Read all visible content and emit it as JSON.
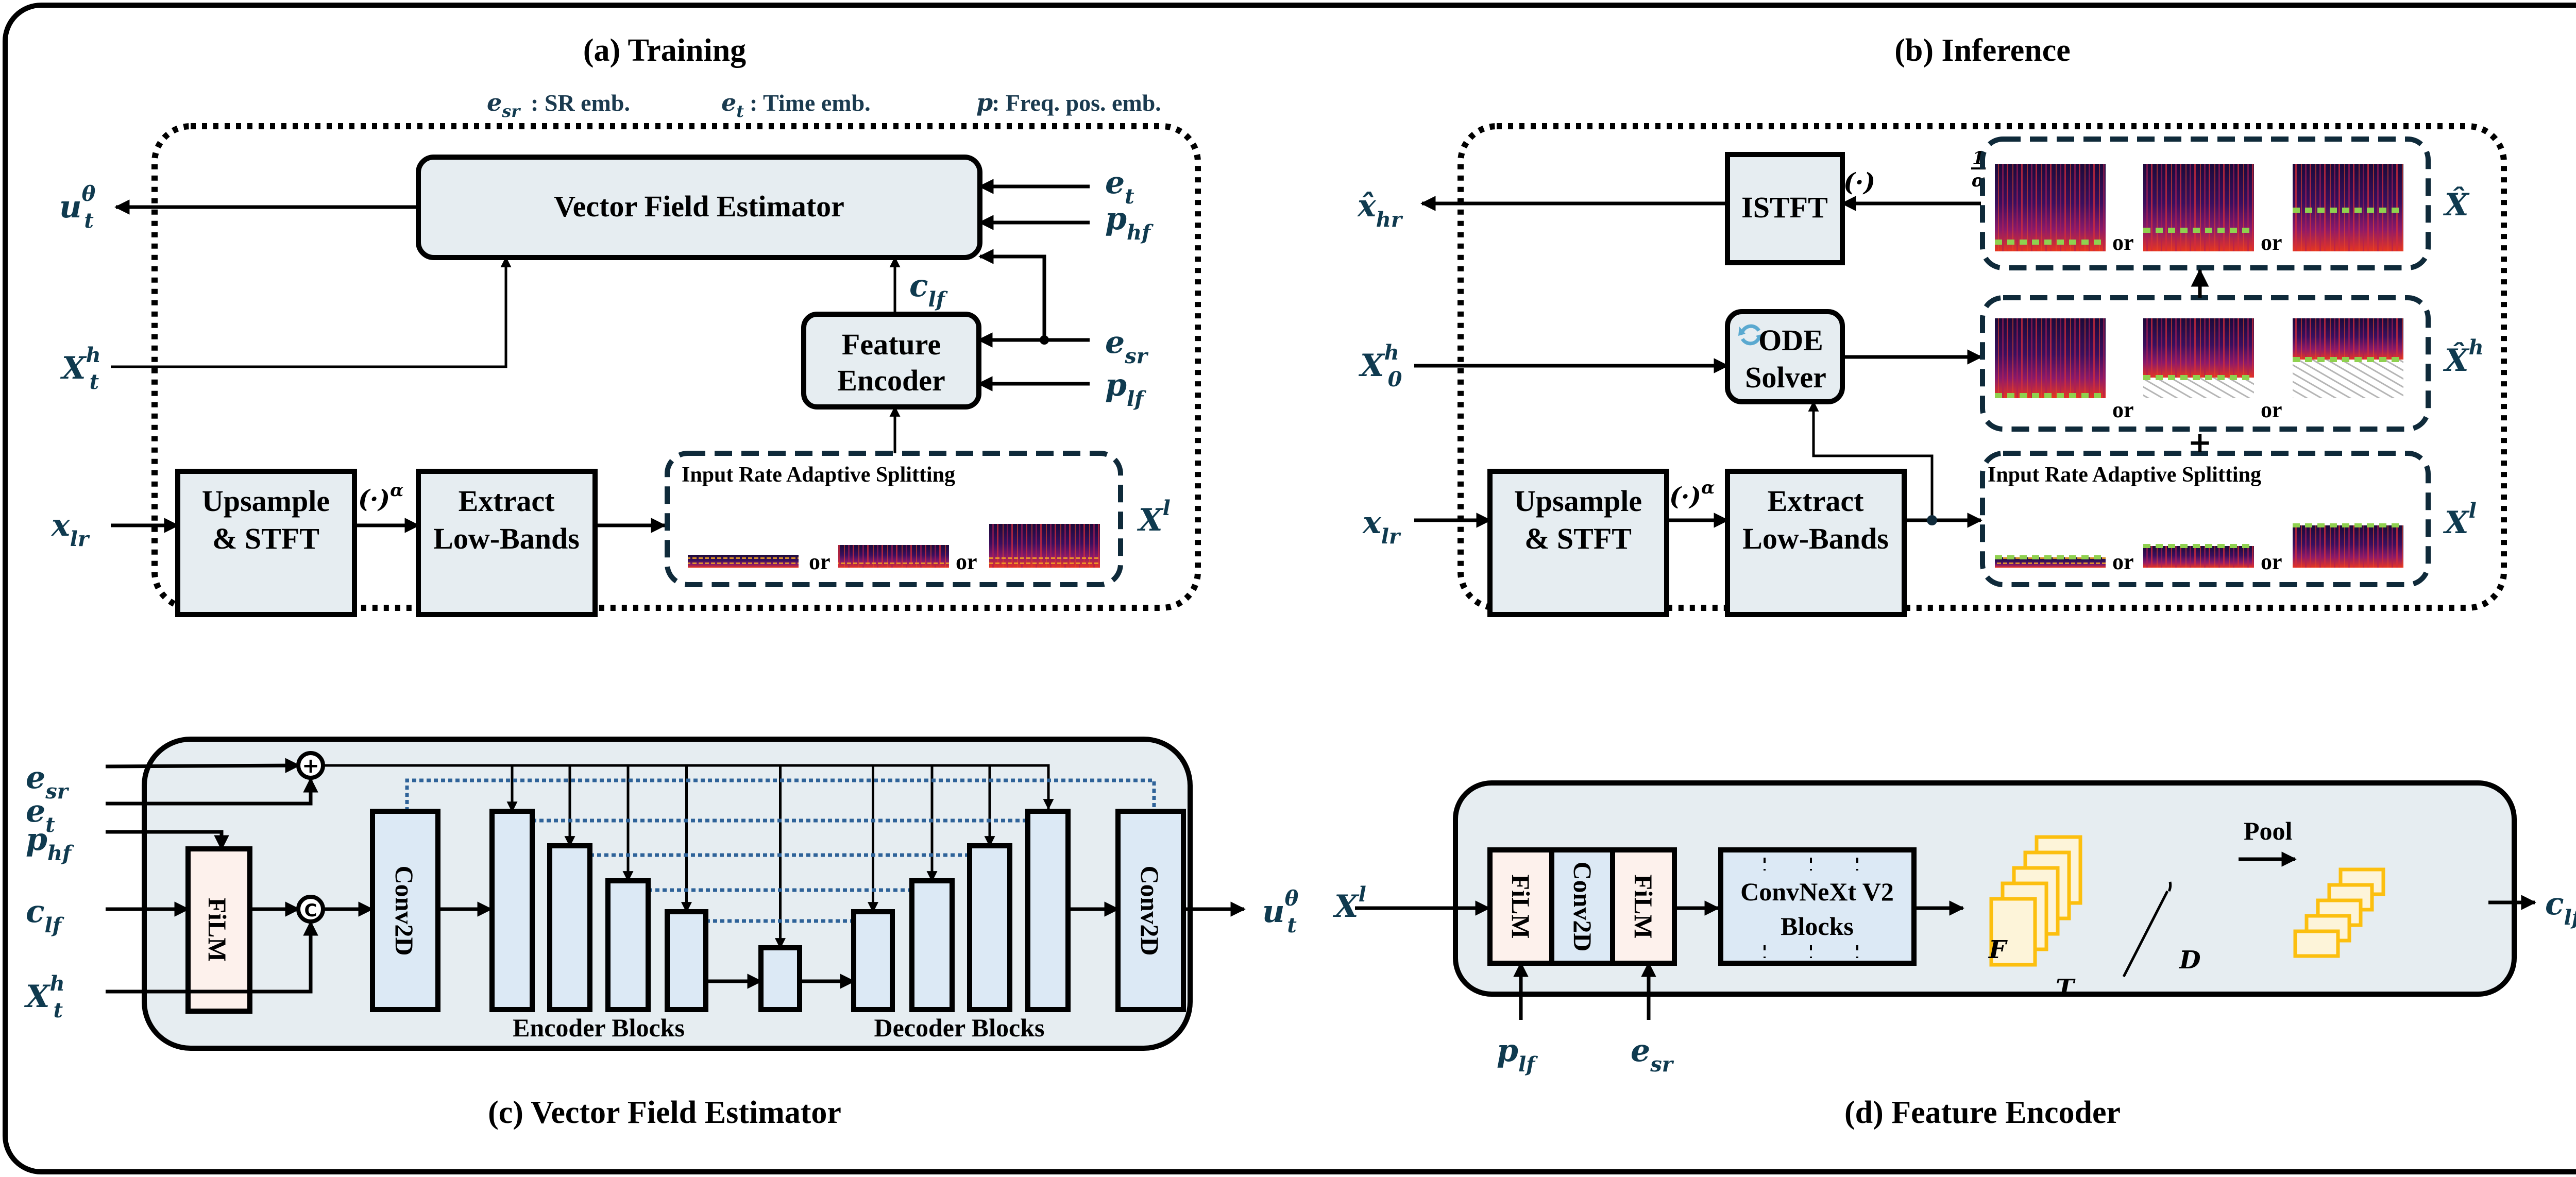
{
  "colors": {
    "math_label": "#0f3a4f",
    "box_fill": "#e6edf1",
    "block_fill": "#dce9f5",
    "film_fill": "#fdf1ec",
    "feature_fill": "#fdf4d9",
    "feature_stroke": "#fcbf0f",
    "skip_dotted": "#2f6399",
    "marker_green": "#8fd14f",
    "dashed_border": "#0f2a3a",
    "ode_icon": "#5aa9d0"
  },
  "panels": {
    "training": {
      "title": "(a) Training",
      "legend": [
        {
          "symbol": "e",
          "sub": "sr",
          "text": ": SR emb."
        },
        {
          "symbol": "e",
          "sub": "t",
          "text": ": Time emb."
        },
        {
          "symbol": "p",
          "sub": "",
          "text": ": Freq. pos. emb."
        }
      ],
      "vfe_label": "Vector Field Estimator",
      "feature_encoder_label": [
        "Feature",
        "Encoder"
      ],
      "upsample_label": [
        "Upsample",
        "& STFT"
      ],
      "extract_label": [
        "Extract",
        "Low-Bands"
      ],
      "split_label": "Input Rate Adaptive Splitting",
      "or_label": "or",
      "power": "(·)",
      "power_sup": "α",
      "inputs": {
        "u": {
          "base": "u",
          "sup": "θ",
          "sub": "t"
        },
        "x_t_h": {
          "base": "X",
          "sup": "h",
          "sub": "t"
        },
        "x_lr": {
          "base": "x",
          "sub": "lr"
        },
        "e_t": {
          "base": "e",
          "sub": "t"
        },
        "p_hf": {
          "base": "p",
          "sub": "hf"
        },
        "c_lf": {
          "base": "c",
          "sub": "lf"
        },
        "e_sr": {
          "base": "e",
          "sub": "sr"
        },
        "p_lf": {
          "base": "p",
          "sub": "lf"
        },
        "x_l": {
          "base": "X",
          "sup": "l"
        }
      }
    },
    "inference": {
      "title": "(b) Inference",
      "istft_label": "ISTFT",
      "ode_label": [
        "ODE",
        "Solver"
      ],
      "upsample_label": [
        "Upsample",
        "& STFT"
      ],
      "extract_label": [
        "Extract",
        "Low-Bands"
      ],
      "split_label": "Input Rate Adaptive Splitting",
      "or_label": "or",
      "power": "(·)",
      "power_sup": "α",
      "inv_power_num": "1",
      "inv_power_den": "α",
      "inputs": {
        "x_hr_hat": {
          "base": "x̂",
          "sub": "hr"
        },
        "x0_h": {
          "base": "X",
          "sup": "h",
          "sub": "0"
        },
        "x_lr": {
          "base": "x",
          "sub": "lr"
        },
        "x_hat": {
          "base": "X̂"
        },
        "x_hat_h": {
          "base": "X̂",
          "sup": "h"
        },
        "x_l": {
          "base": "X",
          "sup": "l"
        }
      },
      "plus": "+"
    },
    "vfe": {
      "title": "(c) Vector Field Estimator",
      "film_label": "FiLM",
      "conv_label": "Conv2D",
      "concat_symbol": "C",
      "add_symbol": "+",
      "encoder_label": "Encoder Blocks",
      "decoder_label": "Decoder Blocks",
      "inputs": {
        "e_sr": {
          "base": "e",
          "sub": "sr"
        },
        "e_t": {
          "base": "e",
          "sub": "t"
        },
        "p_hf": {
          "base": "p",
          "sub": "hf"
        },
        "c_lf": {
          "base": "c",
          "sub": "lf"
        },
        "x_t_h": {
          "base": "X",
          "sup": "h",
          "sub": "t"
        },
        "u": {
          "base": "u",
          "sup": "θ",
          "sub": "t"
        }
      }
    },
    "feature_encoder": {
      "title": "(d) Feature Encoder",
      "film_label": "FiLM",
      "conv_label": "Conv2D",
      "convnext_label": [
        "ConvNeXt V2",
        "Blocks"
      ],
      "pool_label": "Pool",
      "axis_f": "F",
      "axis_t": "T",
      "axis_d": "D",
      "inputs": {
        "x_l": {
          "base": "X",
          "sup": "l"
        },
        "p_lf": {
          "base": "p",
          "sub": "lf"
        },
        "e_sr": {
          "base": "e",
          "sub": "sr"
        },
        "c_lf": {
          "base": "c",
          "sub": "lf"
        }
      }
    }
  }
}
